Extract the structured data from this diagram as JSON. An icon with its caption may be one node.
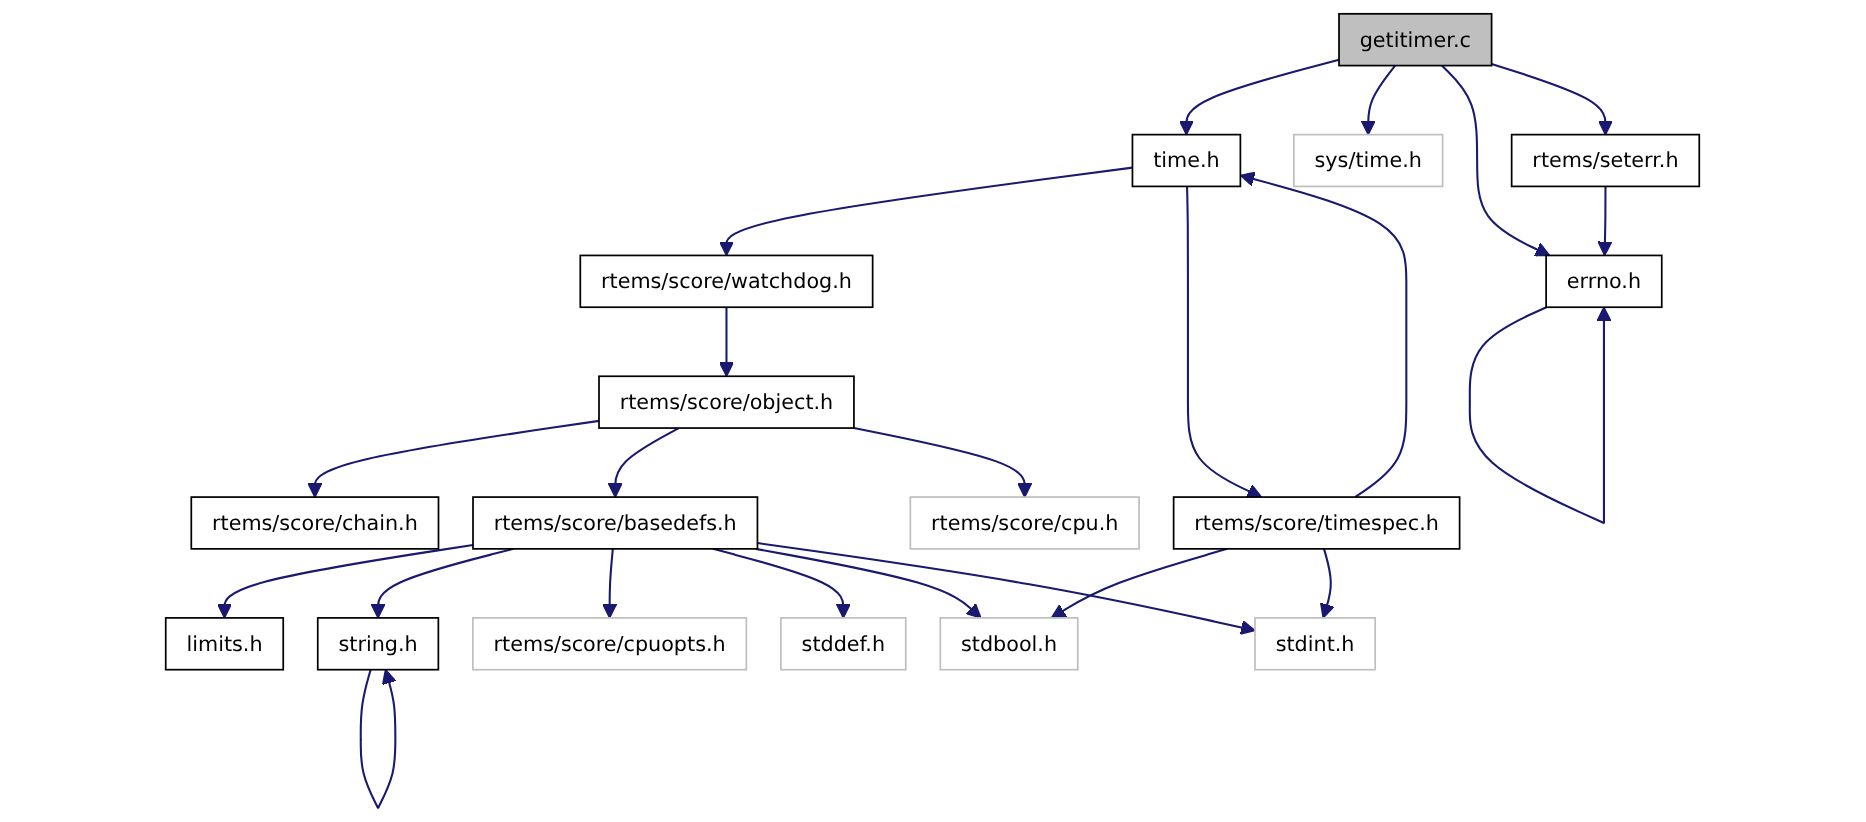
{
  "diagram": {
    "nodes": [
      {
        "text": [
          "getitimer.c"
        ]
      },
      {
        "text": [
          "time.h"
        ]
      },
      {
        "text": [
          "sys/time.h"
        ]
      },
      {
        "text": [
          "rtems/seterr.h"
        ]
      },
      {
        "text": [
          "errno.h"
        ]
      },
      {
        "text": [
          "rtems/score/watchdog.h"
        ]
      },
      {
        "text": [
          "rtems/score/object.h"
        ]
      },
      {
        "text": [
          "rtems/score/timespec.h"
        ]
      },
      {
        "text": [
          "rtems/score/chain.h"
        ]
      },
      {
        "text": [
          "rtems/score/basedefs.h"
        ]
      },
      {
        "text": [
          "rtems/score/cpu.h"
        ]
      },
      {
        "text": [
          "limits.h"
        ]
      },
      {
        "text": [
          "string.h"
        ]
      },
      {
        "text": [
          "rtems/score/cpuopts.h"
        ]
      },
      {
        "text": [
          "stddef.h"
        ]
      },
      {
        "text": [
          "stdbool.h"
        ]
      },
      {
        "text": [
          "stdint.h"
        ]
      }
    ],
    "edges": [
      {
        "from": 0,
        "to": 1,
        "arrow": "to"
      },
      {
        "from": 0,
        "to": 2,
        "arrow": "to"
      },
      {
        "from": 0,
        "to": 4,
        "arrow": "to"
      },
      {
        "from": 0,
        "to": 3,
        "arrow": "to"
      },
      {
        "from": 3,
        "to": 4,
        "arrow": "to"
      },
      {
        "from": 4,
        "to": 4,
        "arrow": "to"
      },
      {
        "from": 1,
        "to": 5,
        "arrow": "to"
      },
      {
        "from": 1,
        "to": 7,
        "arrow": "to"
      },
      {
        "from": 7,
        "to": 1,
        "arrow": "to"
      },
      {
        "from": 5,
        "to": 6,
        "arrow": "to"
      },
      {
        "from": 6,
        "to": 8,
        "arrow": "to"
      },
      {
        "from": 6,
        "to": 9,
        "arrow": "to"
      },
      {
        "from": 6,
        "to": 10,
        "arrow": "to"
      },
      {
        "from": 7,
        "to": 15,
        "arrow": "to"
      },
      {
        "from": 7,
        "to": 16,
        "arrow": "to"
      },
      {
        "from": 9,
        "to": 11,
        "arrow": "to"
      },
      {
        "from": 9,
        "to": 12,
        "arrow": "to"
      },
      {
        "from": 12,
        "to": 12,
        "arrow": "to"
      },
      {
        "from": 9,
        "to": 13,
        "arrow": "to"
      },
      {
        "from": 9,
        "to": 14,
        "arrow": "to"
      },
      {
        "from": 9,
        "to": 15,
        "arrow": "to"
      },
      {
        "from": 9,
        "to": 16,
        "arrow": "to"
      }
    ]
  }
}
